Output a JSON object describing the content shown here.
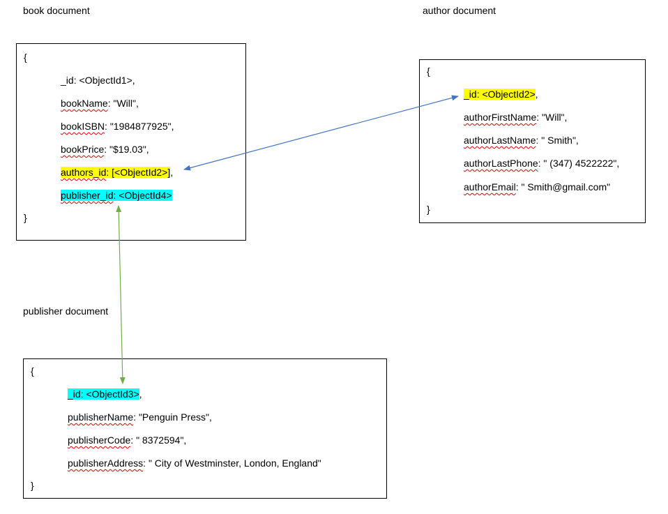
{
  "captions": {
    "book": "book document",
    "author": "author document",
    "publisher": "publisher document"
  },
  "braces": {
    "open": "{",
    "close": "}"
  },
  "book": {
    "id_key": "_id",
    "id_val": ": <ObjectId1>,",
    "name_key": "bookName",
    "name_val": ": \"Will\",",
    "isbn_key": "bookISBN",
    "isbn_val": ": \"1984877925\",",
    "price_key": "bookPrice",
    "price_val": ": \"$19.03\",",
    "authors_key": "authors_id",
    "authors_val": ": [<ObjectId2>]",
    "authors_tail": ",",
    "publisher_key": "publisher_id",
    "publisher_val": ": <ObjectId4>"
  },
  "author": {
    "id_key": "_id",
    "id_val": ": <ObjectId2>",
    "id_tail": ",",
    "first_key": "authorFirstName",
    "first_val": ": \"Will\",",
    "last_key": "authorLastName",
    "last_val": ": \" Smith\",",
    "phone_key": "authorLastPhone",
    "phone_val": ": \" (347) 4522222\",",
    "email_key": "authorEmail",
    "email_val": ": \" Smith@gmail.com\""
  },
  "publisher": {
    "id_key": "_id",
    "id_val": ": <ObjectId3>",
    "id_tail": ",",
    "name_key": "publisherName",
    "name_val": ": \"Penguin Press\",",
    "code_key": "publisherCode",
    "code_val": ": \" 8372594\",",
    "address_key": "publisherAddress",
    "address_val": ": \" City of Westminster, London, England\""
  },
  "colors": {
    "highlight_yellow": "#ffff00",
    "highlight_cyan": "#00ffff",
    "arrow_blue": "#4472c4",
    "arrow_green": "#70ad47",
    "spell_underline": "#e00000"
  }
}
